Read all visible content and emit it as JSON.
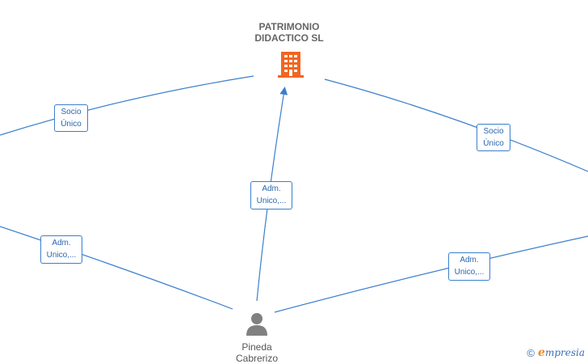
{
  "company": {
    "line1": "PATRIMONIO",
    "line2": "DIDACTICO  SL",
    "icon": "building-icon",
    "color": "#f26522"
  },
  "person": {
    "line1": "Pineda",
    "line2": "Cabrerizo",
    "icon": "person-icon"
  },
  "edge_labels": [
    {
      "line1": "Socio",
      "line2": "Único"
    },
    {
      "line1": "Socio",
      "line2": "Único"
    },
    {
      "line1": "Adm.",
      "line2": "Unico,..."
    },
    {
      "line1": "Adm.",
      "line2": "Unico,..."
    },
    {
      "line1": "Adm.",
      "line2": "Unico,..."
    }
  ],
  "footer": {
    "copyright_symbol": "©",
    "brand_first": "e",
    "brand_rest": "mpresia"
  },
  "colors": {
    "edge": "#3b7fcc",
    "company_icon": "#f26522",
    "person_icon": "#808080"
  }
}
